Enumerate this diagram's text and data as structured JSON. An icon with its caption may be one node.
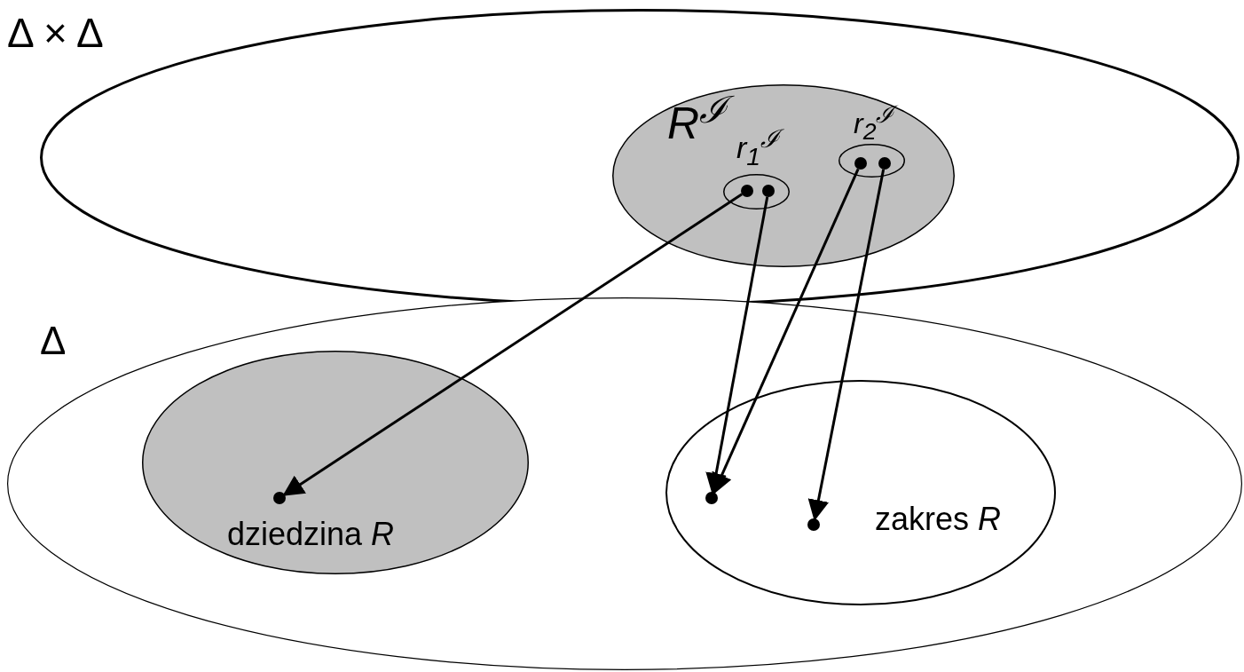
{
  "diagram": {
    "nodes": [
      {
        "text": [
          "Δ × Δ"
        ]
      },
      {
        "text": [
          "R$^{ℐ}$"
        ],
        "in": 0
      },
      {
        "text": [
          "r$_{1}$$^{ℐ}$"
        ],
        "in": 1
      },
      {
        "text": [
          "r$_{2}$$^{ℐ}$"
        ],
        "in": 1
      },
      {
        "text": [],
        "shape": "circle",
        "in": 2
      },
      {
        "text": [],
        "shape": "circle",
        "in": 2
      },
      {
        "text": [],
        "shape": "circle",
        "in": 3
      },
      {
        "text": [],
        "shape": "circle",
        "in": 3
      },
      {
        "text": [
          "Δ"
        ]
      },
      {
        "text": [
          "dziedzina *R*"
        ],
        "in": 8
      },
      {
        "text": [
          "zakres *R*"
        ],
        "in": 8
      },
      {
        "text": [],
        "shape": "circle",
        "in": 9
      },
      {
        "text": [],
        "shape": "circle",
        "in": 10
      },
      {
        "text": [],
        "shape": "circle",
        "in": 10
      }
    ],
    "edges": [
      {
        "from": 4,
        "to": 11,
        "arrow": "to"
      },
      {
        "from": 5,
        "to": 12,
        "arrow": "to"
      },
      {
        "from": 6,
        "to": 12,
        "arrow": "to"
      },
      {
        "from": 7,
        "to": 13,
        "arrow": "to"
      }
    ]
  }
}
